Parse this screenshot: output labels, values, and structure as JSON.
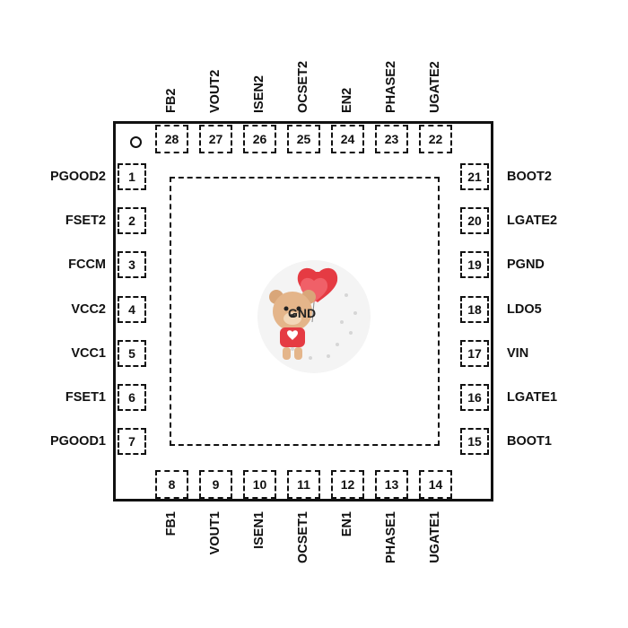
{
  "package": {
    "exposed_pad_label": "GND",
    "left_pins": [
      {
        "num": "1",
        "name": "PGOOD2"
      },
      {
        "num": "2",
        "name": "FSET2"
      },
      {
        "num": "3",
        "name": "FCCM"
      },
      {
        "num": "4",
        "name": "VCC2"
      },
      {
        "num": "5",
        "name": "VCC1"
      },
      {
        "num": "6",
        "name": "FSET1"
      },
      {
        "num": "7",
        "name": "PGOOD1"
      }
    ],
    "bottom_pins": [
      {
        "num": "8",
        "name": "FB1"
      },
      {
        "num": "9",
        "name": "VOUT1"
      },
      {
        "num": "10",
        "name": "ISEN1"
      },
      {
        "num": "11",
        "name": "OCSET1"
      },
      {
        "num": "12",
        "name": "EN1"
      },
      {
        "num": "13",
        "name": "PHASE1"
      },
      {
        "num": "14",
        "name": "UGATE1"
      }
    ],
    "right_pins": [
      {
        "num": "21",
        "name": "BOOT2"
      },
      {
        "num": "20",
        "name": "LGATE2"
      },
      {
        "num": "19",
        "name": "PGND"
      },
      {
        "num": "18",
        "name": "LDO5"
      },
      {
        "num": "17",
        "name": "VIN"
      },
      {
        "num": "16",
        "name": "LGATE1"
      },
      {
        "num": "15",
        "name": "BOOT1"
      }
    ],
    "top_pins": [
      {
        "num": "28",
        "name": "FB2"
      },
      {
        "num": "27",
        "name": "VOUT2"
      },
      {
        "num": "26",
        "name": "ISEN2"
      },
      {
        "num": "25",
        "name": "OCSET2"
      },
      {
        "num": "24",
        "name": "EN2"
      },
      {
        "num": "23",
        "name": "PHASE2"
      },
      {
        "num": "22",
        "name": "UGATE2"
      }
    ]
  }
}
